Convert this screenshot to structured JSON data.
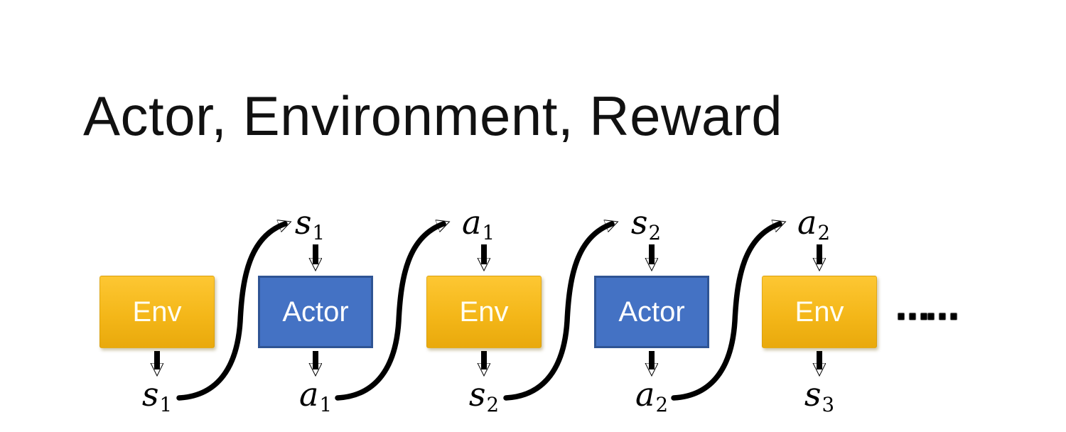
{
  "slide": {
    "title": "Actor, Environment, Reward"
  },
  "diagram": {
    "boxes": [
      {
        "label": "Env"
      },
      {
        "label": "Actor"
      },
      {
        "label": "Env"
      },
      {
        "label": "Actor"
      },
      {
        "label": "Env"
      }
    ],
    "top_labels": [
      {
        "base": "s",
        "sub": "1"
      },
      {
        "base": "a",
        "sub": "1"
      },
      {
        "base": "s",
        "sub": "2"
      },
      {
        "base": "a",
        "sub": "2"
      }
    ],
    "bottom_labels": [
      {
        "base": "s",
        "sub": "1"
      },
      {
        "base": "a",
        "sub": "1"
      },
      {
        "base": "s",
        "sub": "2"
      },
      {
        "base": "a",
        "sub": "2"
      },
      {
        "base": "s",
        "sub": "3"
      }
    ],
    "ellipsis": "……",
    "colors": {
      "env_gradient_top": "#FDC733",
      "env_gradient_bottom": "#E9A90C",
      "actor_fill": "#4472C4",
      "actor_border": "#2F5494",
      "arrow": "#000000",
      "box_text": "#FFFFFF",
      "title_text": "#111111"
    }
  }
}
